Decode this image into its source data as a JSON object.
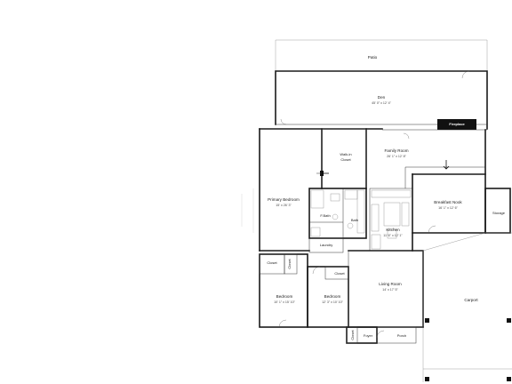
{
  "rooms": {
    "patio": {
      "name": "Patio"
    },
    "den": {
      "name": "Den",
      "dims": "45' 0\" x 12' 4\""
    },
    "fireplace": {
      "name": "Fireplace"
    },
    "family_room": {
      "name": "Family Room",
      "dims": "26' 1\" x 12' 8\""
    },
    "walk_in_closet": {
      "name_line1": "Walk-in",
      "name_line2": "Closet"
    },
    "primary_bedroom": {
      "name": "Primary Bedroom",
      "dims": "15' x 26' 3\""
    },
    "fbath": {
      "name": "F.Bath"
    },
    "bath": {
      "name": "Bath"
    },
    "kitchen": {
      "name": "Kitchen",
      "dims": "11' 6\" x 12' 1\""
    },
    "breakfast_nook": {
      "name": "Breakfast Nook",
      "dims": "16' 1\" x 12' 6\""
    },
    "storage": {
      "name": "Storage"
    },
    "laundry": {
      "name": "Laundry"
    },
    "closet_left": {
      "name": "Closet"
    },
    "closet_small": {
      "name": "Closet"
    },
    "closet_mid": {
      "name": "Closet"
    },
    "bedroom_1": {
      "name": "Bedroom",
      "dims": "10' 1\" x 15' 10\""
    },
    "bedroom_2": {
      "name": "Bedroom",
      "dims": "12' 3\" x 10' 10\""
    },
    "living_room": {
      "name": "Living Room",
      "dims": "14' x 17' 5\""
    },
    "carport": {
      "name": "Carport"
    },
    "closet_foyer": {
      "name": "Closet"
    },
    "foyer": {
      "name": "Foyer"
    },
    "porch": {
      "name": "Porch"
    }
  }
}
